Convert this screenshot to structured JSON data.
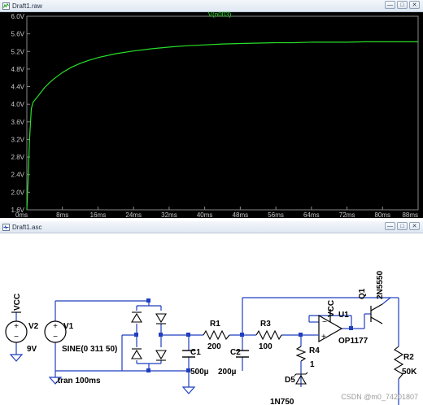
{
  "plot_window": {
    "title": "Draft1.raw",
    "controls": [
      "—",
      "□",
      "✕"
    ],
    "trace_name": "V(n003)"
  },
  "schematic_window": {
    "title": "Draft1.asc",
    "controls": [
      "—",
      "□",
      "✕"
    ]
  },
  "colors": {
    "plot_background": "#000000",
    "trace": "#28e028",
    "wire": "#1f3fbf",
    "junction": "#1f3fbf",
    "axis_text": "#c8c8c8"
  },
  "chart_data": {
    "type": "line",
    "title": "V(n003)",
    "xlabel": "",
    "ylabel": "",
    "x_ticks": [
      "0ms",
      "8ms",
      "16ms",
      "24ms",
      "32ms",
      "40ms",
      "48ms",
      "56ms",
      "64ms",
      "72ms",
      "80ms",
      "88ms"
    ],
    "y_ticks": [
      "1.6V",
      "2.0V",
      "2.4V",
      "2.8V",
      "3.2V",
      "3.6V",
      "4.0V",
      "4.4V",
      "4.8V",
      "5.2V",
      "5.6V",
      "6.0V"
    ],
    "xlim": [
      0,
      88
    ],
    "ylim": [
      1.6,
      6.0
    ],
    "x_unit": "ms",
    "grid": false,
    "series": [
      {
        "name": "V(n003)",
        "x": [
          0,
          0.3,
          0.6,
          1.0,
          1.4,
          2.0,
          3.0,
          4.0,
          5.0,
          6.0,
          8.0,
          10.0,
          12.0,
          14.0,
          16.0,
          20.0,
          24.0,
          28.0,
          32.0,
          36.0,
          40.0,
          44.0,
          48.0,
          52.0,
          56.0,
          60.0,
          64.0,
          68.0,
          72.0,
          76.0,
          80.0,
          84.0,
          88.0
        ],
        "y": [
          1.6,
          2.3,
          3.2,
          3.9,
          4.05,
          4.12,
          4.25,
          4.38,
          4.48,
          4.57,
          4.72,
          4.84,
          4.93,
          5.0,
          5.06,
          5.15,
          5.21,
          5.26,
          5.3,
          5.33,
          5.35,
          5.37,
          5.38,
          5.39,
          5.4,
          5.4,
          5.41,
          5.41,
          5.41,
          5.42,
          5.42,
          5.42,
          5.42
        ]
      }
    ]
  },
  "schematic": {
    "labels": {
      "vcc_left": "VCC",
      "v2_name": "V2",
      "v2_value": "9V",
      "v1_name": "V1",
      "v1_value": "SINE(0 311 50)",
      "tran": ".tran 100ms",
      "r1_name": "R1",
      "r1_value": "200",
      "r3_name": "R3",
      "r3_value": "100",
      "c1_name": "C1",
      "c1_value": "500µ",
      "c2_name": "C2",
      "c2_value": "200µ",
      "r4_name": "R4",
      "r4_value": "1",
      "d5_name": "D5",
      "d5_value": "1N750",
      "u1_name": "U1",
      "u1_value": "OP1177",
      "vcc_u1": "VCC",
      "q1_name": "Q1",
      "q1_value": "2N5550",
      "r2_name": "R2",
      "r2_value": "50K"
    }
  },
  "watermark": "CSDN @m0_74201807"
}
